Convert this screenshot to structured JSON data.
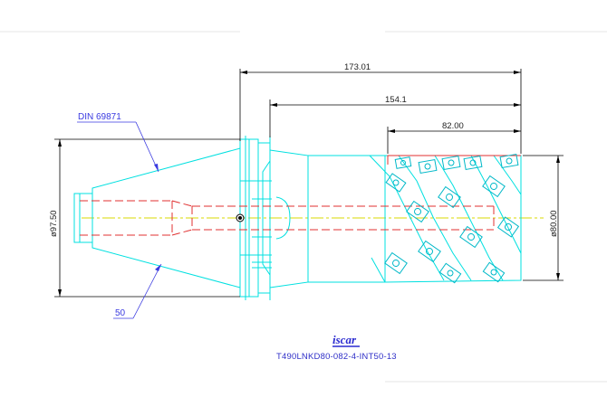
{
  "dimensions": {
    "overall_length": "173.01",
    "body_length": "154.1",
    "cutting_length": "82.00",
    "shank_diameter": "ø97.50",
    "cutter_diameter": "ø80.00"
  },
  "callouts": {
    "standard": "DIN 69871",
    "taper": "50"
  },
  "brand": {
    "logo_text": "iscar"
  },
  "part_number": "T490LNKD80-082-4-INT50-13",
  "colors": {
    "outline_cyan": "#00e0e0",
    "dim_black": "#000000",
    "hidden_red": "#e03030",
    "axis_yellow": "#d8d800",
    "annotation_blue": "#3a3ae0"
  }
}
